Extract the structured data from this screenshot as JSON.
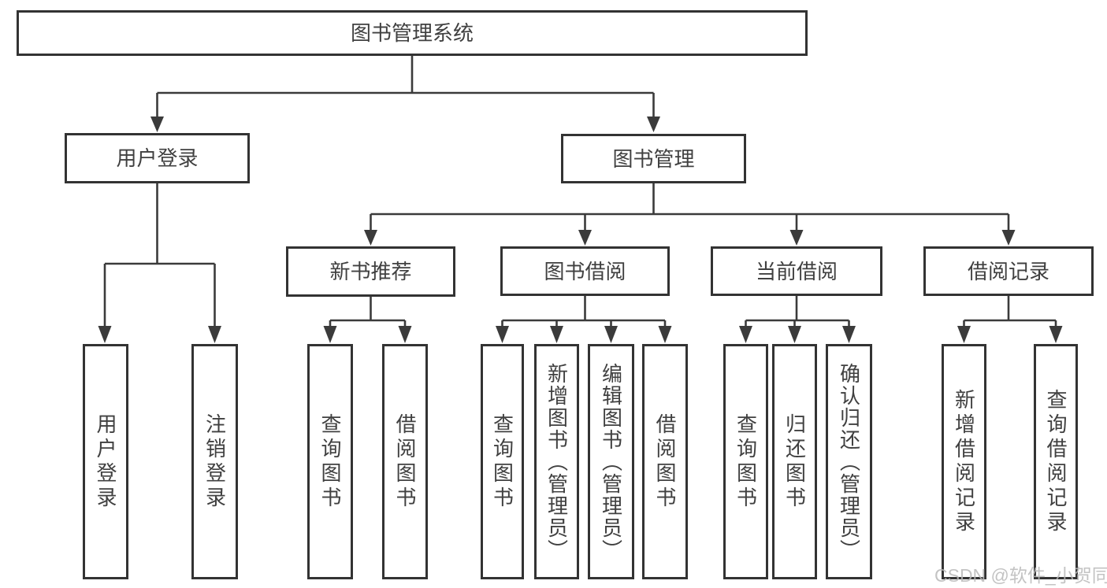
{
  "tree": {
    "root": {
      "label": "图书管理系统"
    },
    "branches": [
      {
        "label": "用户登录",
        "children": [
          {
            "label": "用户登录"
          },
          {
            "label": "注销登录"
          }
        ]
      },
      {
        "label": "图书管理",
        "children": [
          {
            "label": "新书推荐",
            "children": [
              {
                "label": "查询图书"
              },
              {
                "label": "借阅图书"
              }
            ]
          },
          {
            "label": "图书借阅",
            "children": [
              {
                "label": "查询图书"
              },
              {
                "label": "新增图书（管理员）"
              },
              {
                "label": "编辑图书（管理员）"
              },
              {
                "label": "借阅图书"
              }
            ]
          },
          {
            "label": "当前借阅",
            "children": [
              {
                "label": "查询图书"
              },
              {
                "label": "归还图书"
              },
              {
                "label": "确认归还（管理员）"
              }
            ]
          },
          {
            "label": "借阅记录",
            "children": [
              {
                "label": "新增借阅记录"
              },
              {
                "label": "查询借阅记录"
              }
            ]
          }
        ]
      }
    ]
  },
  "watermark": {
    "text": "CSDN @软件_小贺同学"
  },
  "colors": {
    "border": "#333333",
    "line": "#3b3b3b",
    "text": "#404040",
    "background": "#ffffff",
    "watermark": "#b9b9b9"
  }
}
